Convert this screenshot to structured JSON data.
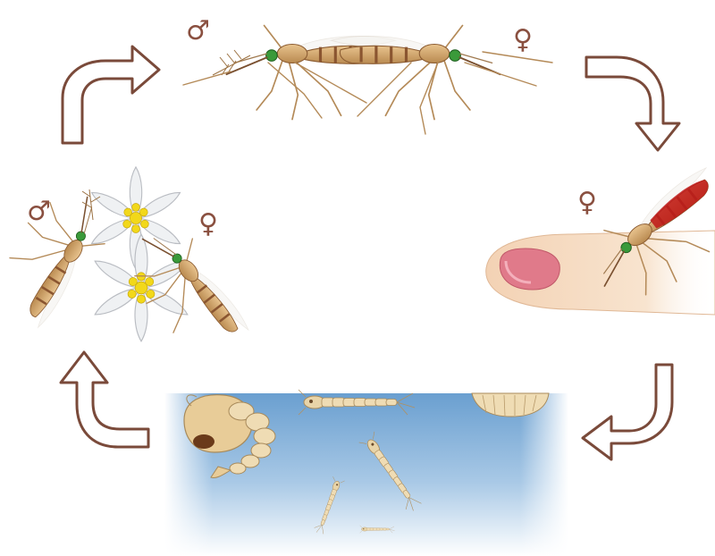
{
  "diagram": {
    "stages": [
      {
        "id": "mating",
        "male_symbol": "♂",
        "female_symbol": "♀"
      },
      {
        "id": "blood-meal",
        "female_symbol": "♀"
      },
      {
        "id": "aquatic-stages",
        "items": [
          "egg-raft",
          "larva-large",
          "larva-small",
          "larva-tiny",
          "pupa"
        ]
      },
      {
        "id": "nectar-feeding",
        "male_symbol": "♂",
        "female_symbol": "♀"
      }
    ],
    "cycle_direction": "clockwise",
    "colors": {
      "arrow_stroke": "#7a4a3a",
      "symbol": "#8a5040",
      "mosquito_body": "#d8b07a",
      "mosquito_dark": "#8a5530",
      "eye": "#3a9a3a",
      "blood": "#c01818",
      "water_top": "#6a9fd0",
      "water_bottom": "#ffffff",
      "flower_petal": "#eef0f2",
      "flower_center": "#f2d81a",
      "skin": "#f6dcc0",
      "nail": "#e07a8a"
    }
  }
}
